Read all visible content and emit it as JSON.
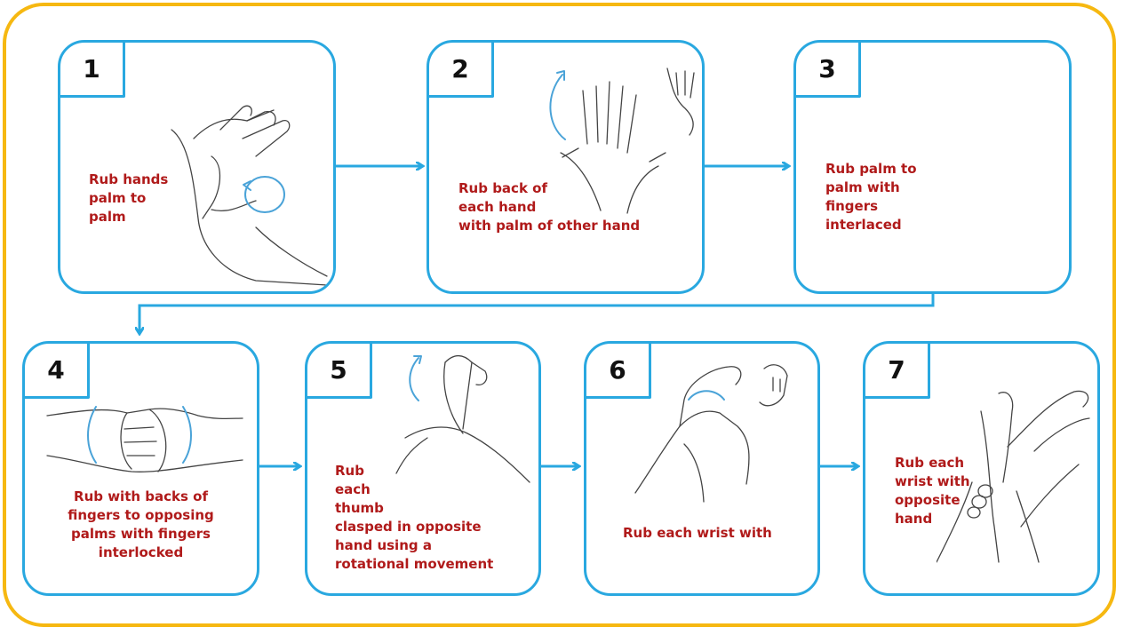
{
  "colors": {
    "frame": "#f6b811",
    "card_border": "#29a8e0",
    "arrow": "#29a8e0",
    "label_text": "#b01a1a"
  },
  "steps": [
    {
      "number": "1",
      "text": "Rub hands\npalm to\npalm",
      "icon": "hands-palm-to-palm-illustration"
    },
    {
      "number": "2",
      "text": "Rub back of\neach hand\nwith palm of other hand",
      "icon": "back-of-hands-illustration"
    },
    {
      "number": "3",
      "text": "Rub palm to\npalm with\nfingers\ninterlaced",
      "icon": ""
    },
    {
      "number": "4",
      "text": "Rub with backs of\nfingers to opposing\npalms with fingers\ninterlocked",
      "icon": "interlocked-fingers-illustration"
    },
    {
      "number": "5",
      "text": "Rub\neach\nthumb\nclasped in opposite\nhand using a\nrotational movement",
      "icon": "thumb-rotation-illustration"
    },
    {
      "number": "6",
      "text": "Rub each wrist with",
      "icon": "fingertips-on-palm-illustration"
    },
    {
      "number": "7",
      "text": "Rub each\nwrist with\nopposite\nhand",
      "icon": "wrist-rub-illustration"
    }
  ]
}
